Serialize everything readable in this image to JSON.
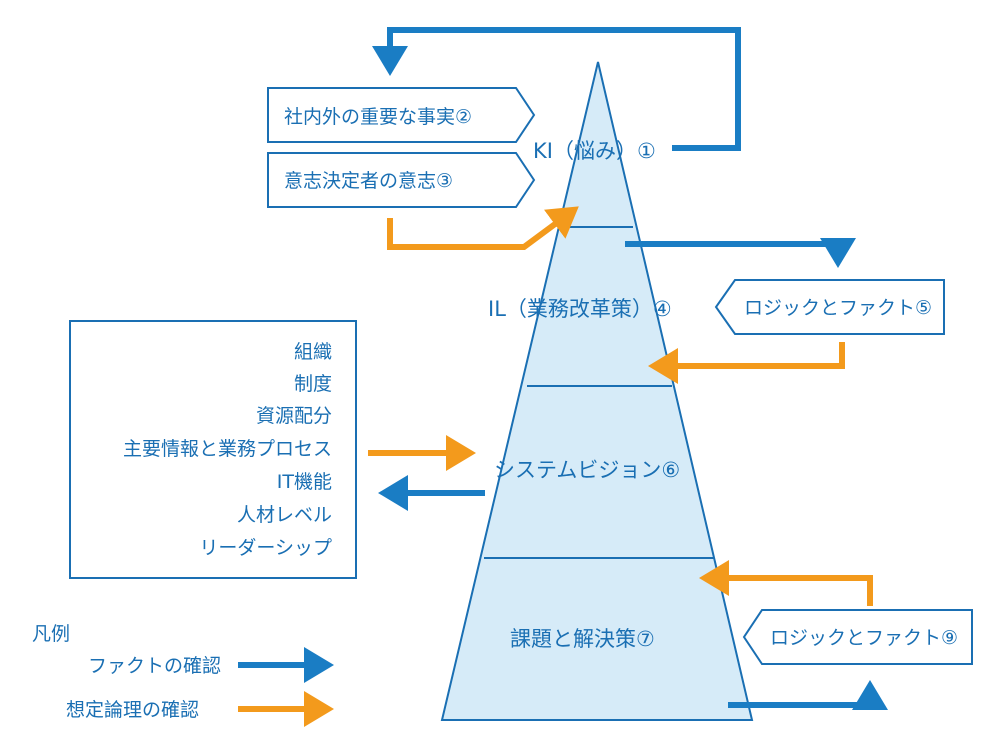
{
  "pyramid": {
    "levels": [
      {
        "label": "KI（悩み）①"
      },
      {
        "label": "IL（業務改革策）④"
      },
      {
        "label": "システムビジョン⑥"
      },
      {
        "label": "課題と解決策⑦"
      }
    ]
  },
  "inputs": {
    "facts": "社内外の重要な事実②",
    "intent": "意志決定者の意志③"
  },
  "logic_boxes": {
    "upper": "ロジックとファクト⑤",
    "lower": "ロジックとファクト⑨"
  },
  "elements_box": {
    "items": [
      "組織",
      "制度",
      "資源配分",
      "主要情報と業務プロセス",
      "IT機能",
      "人材レベル",
      "リーダーシップ"
    ]
  },
  "legend": {
    "title": "凡例",
    "fact_check": "ファクトの確認",
    "logic_check": "想定論理の確認"
  },
  "colors": {
    "fact_arrow": "#1a7dc4",
    "logic_arrow": "#f39a1c",
    "pyramid_fill": "#d6ebf8",
    "line": "#1a6fb3",
    "text": "#1a6fb3"
  }
}
